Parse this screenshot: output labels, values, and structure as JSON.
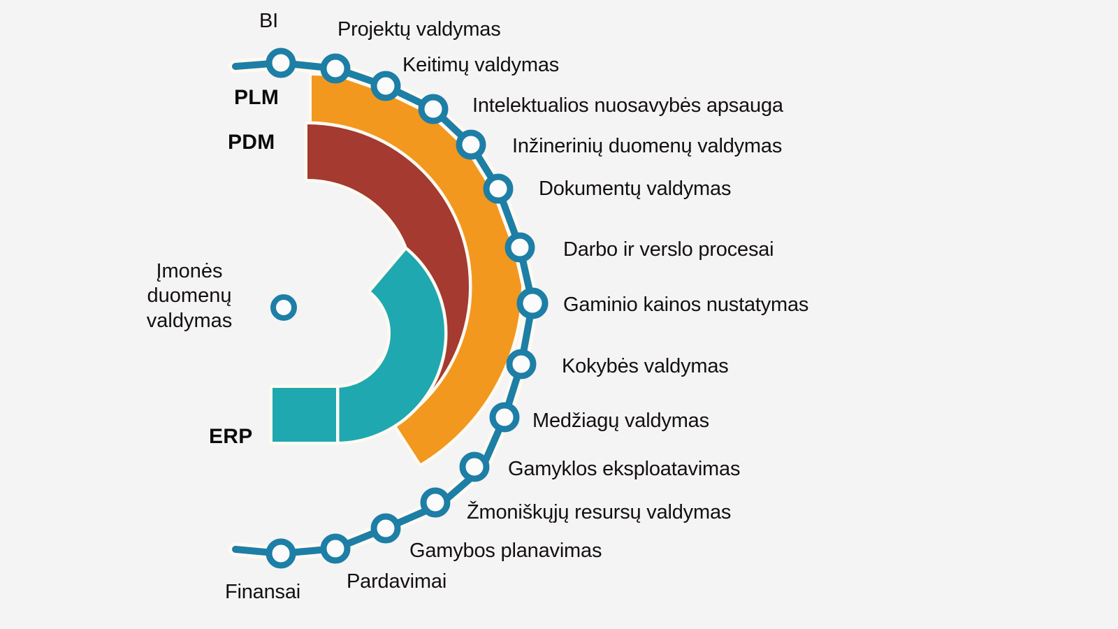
{
  "background_color": "#f4f4f4",
  "colors": {
    "blue": "#1d7ea6",
    "orange": "#f2981f",
    "dark_red": "#a43a30",
    "teal": "#1fa8af",
    "node_fill": "#fbfbfb",
    "text": "#14100f",
    "arc_outline": "#fdfaf2"
  },
  "center_label": {
    "line1": "Įmonės",
    "line2": "duomenų",
    "line3": "valdymas"
  },
  "rings": [
    {
      "id": "plm",
      "label": "PLM",
      "color": "#f2981f"
    },
    {
      "id": "pdm",
      "label": "PDM",
      "color": "#a43a30"
    },
    {
      "id": "erp",
      "label": "ERP",
      "color": "#1fa8af"
    }
  ],
  "nodes": [
    {
      "id": "bi",
      "label": "BI"
    },
    {
      "id": "projektu",
      "label": "Projektų valdymas"
    },
    {
      "id": "keitimu",
      "label": "Keitimų valdymas"
    },
    {
      "id": "intelektualios",
      "label": "Intelektualios nuosavybės apsauga"
    },
    {
      "id": "inzineriniu",
      "label": "Inžinerinių duomenų valdymas"
    },
    {
      "id": "dokumentu",
      "label": "Dokumentų valdymas"
    },
    {
      "id": "darbo",
      "label": "Darbo ir verslo procesai"
    },
    {
      "id": "gaminio",
      "label": "Gaminio kainos nustatymas"
    },
    {
      "id": "kokybes",
      "label": "Kokybės valdymas"
    },
    {
      "id": "medziagu",
      "label": "Medžiagų valdymas"
    },
    {
      "id": "gamyklos",
      "label": "Gamyklos eksploatavimas"
    },
    {
      "id": "zmogiskuju",
      "label": "Žmoniškųjų resursų valdymas"
    },
    {
      "id": "gamybos",
      "label": "Gamybos planavimas"
    },
    {
      "id": "pardavimai",
      "label": "Pardavimai"
    },
    {
      "id": "finansai",
      "label": "Finansai"
    }
  ]
}
